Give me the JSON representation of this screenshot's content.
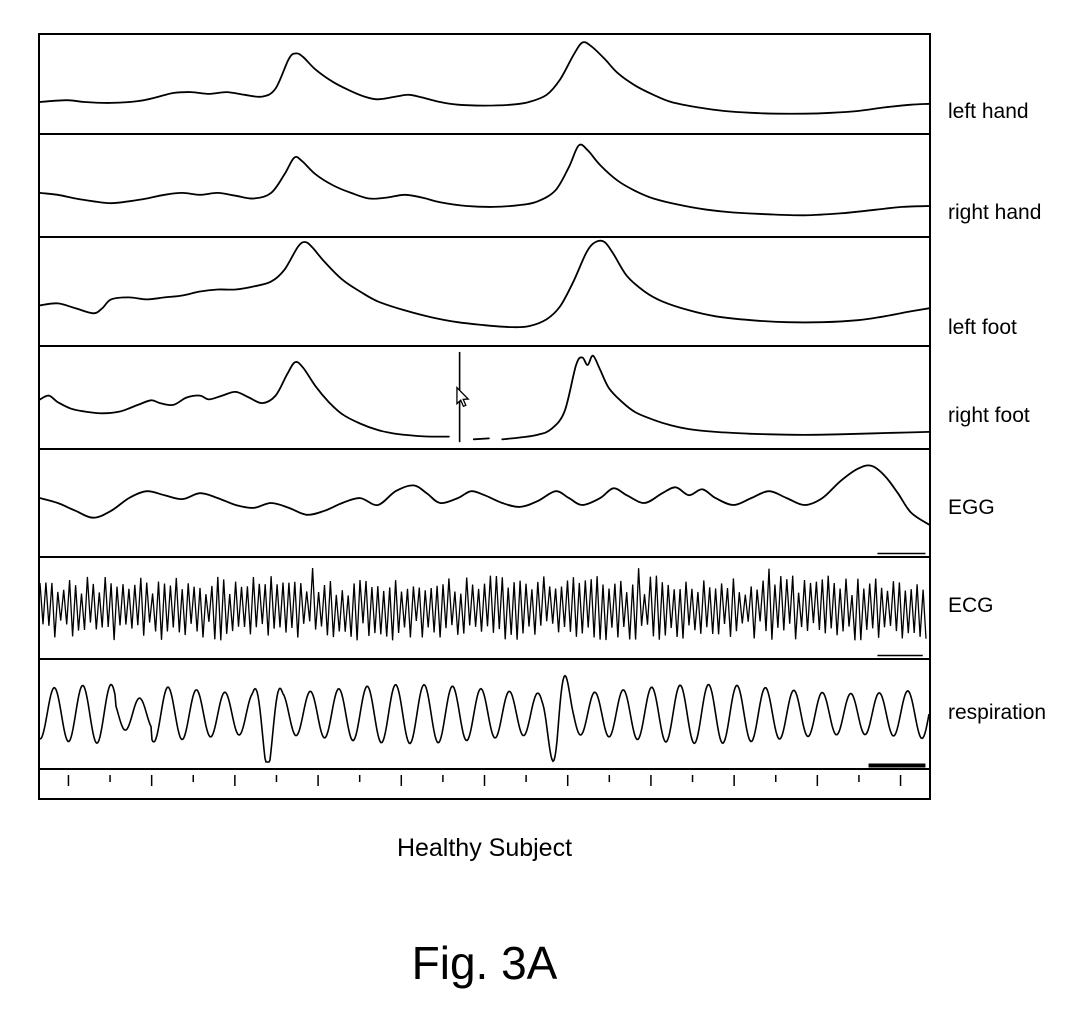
{
  "figure": {
    "caption": "Healthy Subject",
    "fig_label": "Fig. 3A"
  },
  "colors": {
    "trace": "#000000",
    "background": "#ffffff",
    "frame": "#000000"
  },
  "chart_data": {
    "type": "line",
    "title": "Healthy Subject",
    "description": "Seven stacked physiological signal traces recorded simultaneously from a healthy subject. No numeric axes shown; x is time 0-100 (relative), y normalized 0-1 within each panel. Large transient responses occur near x=28 and x=61 in the hand/foot channels with matching respiration disturbances.",
    "x_range": [
      0,
      100
    ],
    "y_range": [
      0,
      1
    ],
    "grid": false,
    "legend_position": "right-outside",
    "axis": {
      "tick_count": 21,
      "tick_start": 3.2,
      "tick_step": 4.68
    },
    "panels": [
      {
        "label": "left hand",
        "render": "points",
        "segments": [
          [
            [
              0,
              0.3
            ],
            [
              3,
              0.32
            ],
            [
              5,
              0.3
            ],
            [
              8,
              0.29
            ],
            [
              11,
              0.31
            ],
            [
              13,
              0.35
            ],
            [
              15,
              0.4
            ],
            [
              17,
              0.41
            ],
            [
              19,
              0.39
            ],
            [
              21,
              0.41
            ],
            [
              23,
              0.38
            ],
            [
              25,
              0.36
            ],
            [
              26.5,
              0.45
            ],
            [
              28,
              0.78
            ],
            [
              28.8,
              0.84
            ],
            [
              29.6,
              0.8
            ],
            [
              31,
              0.66
            ],
            [
              33,
              0.52
            ],
            [
              35,
              0.42
            ],
            [
              36.5,
              0.36
            ],
            [
              38,
              0.33
            ],
            [
              40,
              0.36
            ],
            [
              41.5,
              0.38
            ],
            [
              43,
              0.35
            ],
            [
              45,
              0.3
            ],
            [
              47,
              0.27
            ],
            [
              50,
              0.26
            ],
            [
              53,
              0.27
            ],
            [
              55,
              0.3
            ],
            [
              57,
              0.38
            ],
            [
              58.5,
              0.55
            ],
            [
              60,
              0.82
            ],
            [
              61,
              0.96
            ],
            [
              62,
              0.92
            ],
            [
              63.5,
              0.78
            ],
            [
              65,
              0.62
            ],
            [
              67,
              0.48
            ],
            [
              69,
              0.38
            ],
            [
              71,
              0.3
            ],
            [
              74,
              0.24
            ],
            [
              77,
              0.2
            ],
            [
              80,
              0.18
            ],
            [
              83,
              0.17
            ],
            [
              86,
              0.17
            ],
            [
              89,
              0.18
            ],
            [
              92,
              0.2
            ],
            [
              95,
              0.24
            ],
            [
              98,
              0.27
            ],
            [
              100,
              0.28
            ]
          ]
        ]
      },
      {
        "label": "right hand",
        "render": "points",
        "segments": [
          [
            [
              0,
              0.42
            ],
            [
              2,
              0.4
            ],
            [
              4,
              0.36
            ],
            [
              6,
              0.33
            ],
            [
              8,
              0.31
            ],
            [
              10,
              0.33
            ],
            [
              12,
              0.36
            ],
            [
              14,
              0.4
            ],
            [
              16,
              0.42
            ],
            [
              18,
              0.4
            ],
            [
              20,
              0.42
            ],
            [
              22,
              0.39
            ],
            [
              24,
              0.36
            ],
            [
              26,
              0.42
            ],
            [
              27.5,
              0.62
            ],
            [
              28.6,
              0.8
            ],
            [
              29.5,
              0.76
            ],
            [
              31,
              0.62
            ],
            [
              33,
              0.5
            ],
            [
              35,
              0.42
            ],
            [
              37,
              0.36
            ],
            [
              39,
              0.37
            ],
            [
              41,
              0.4
            ],
            [
              43,
              0.37
            ],
            [
              45,
              0.32
            ],
            [
              48,
              0.28
            ],
            [
              51,
              0.27
            ],
            [
              54,
              0.29
            ],
            [
              56,
              0.33
            ],
            [
              58,
              0.45
            ],
            [
              59.5,
              0.7
            ],
            [
              60.6,
              0.93
            ],
            [
              61.6,
              0.88
            ],
            [
              63,
              0.72
            ],
            [
              65,
              0.55
            ],
            [
              67,
              0.44
            ],
            [
              69,
              0.36
            ],
            [
              72,
              0.29
            ],
            [
              75,
              0.24
            ],
            [
              78,
              0.21
            ],
            [
              82,
              0.19
            ],
            [
              86,
              0.18
            ],
            [
              90,
              0.2
            ],
            [
              94,
              0.24
            ],
            [
              97,
              0.27
            ],
            [
              100,
              0.28
            ]
          ]
        ]
      },
      {
        "label": "left foot",
        "render": "points",
        "segments": [
          [
            [
              0,
              0.36
            ],
            [
              2,
              0.38
            ],
            [
              4,
              0.33
            ],
            [
              6,
              0.28
            ],
            [
              7,
              0.33
            ],
            [
              8,
              0.42
            ],
            [
              10,
              0.44
            ],
            [
              12,
              0.42
            ],
            [
              14,
              0.44
            ],
            [
              16,
              0.46
            ],
            [
              18,
              0.5
            ],
            [
              20,
              0.52
            ],
            [
              22,
              0.52
            ],
            [
              24,
              0.55
            ],
            [
              26,
              0.6
            ],
            [
              27.5,
              0.72
            ],
            [
              29,
              0.95
            ],
            [
              29.8,
              1.0
            ],
            [
              30.6,
              0.95
            ],
            [
              32,
              0.8
            ],
            [
              34,
              0.62
            ],
            [
              36,
              0.5
            ],
            [
              38,
              0.4
            ],
            [
              41,
              0.31
            ],
            [
              44,
              0.24
            ],
            [
              47,
              0.19
            ],
            [
              50,
              0.16
            ],
            [
              53,
              0.14
            ],
            [
              55,
              0.15
            ],
            [
              57,
              0.22
            ],
            [
              58.5,
              0.35
            ],
            [
              60,
              0.6
            ],
            [
              61.5,
              0.9
            ],
            [
              62.5,
              1.0
            ],
            [
              63.5,
              1.0
            ],
            [
              64.5,
              0.88
            ],
            [
              66,
              0.66
            ],
            [
              68,
              0.5
            ],
            [
              70,
              0.4
            ],
            [
              73,
              0.31
            ],
            [
              76,
              0.25
            ],
            [
              80,
              0.21
            ],
            [
              84,
              0.19
            ],
            [
              88,
              0.19
            ],
            [
              92,
              0.21
            ],
            [
              95,
              0.25
            ],
            [
              98,
              0.3
            ],
            [
              100,
              0.33
            ]
          ]
        ]
      },
      {
        "label": "right foot",
        "render": "points",
        "segments": [
          [
            [
              0,
              0.48
            ],
            [
              1,
              0.52
            ],
            [
              2,
              0.45
            ],
            [
              3.5,
              0.38
            ],
            [
              5,
              0.35
            ],
            [
              7,
              0.33
            ],
            [
              9,
              0.35
            ],
            [
              11,
              0.42
            ],
            [
              12.5,
              0.47
            ],
            [
              13.5,
              0.44
            ],
            [
              15,
              0.42
            ],
            [
              16.5,
              0.5
            ],
            [
              18,
              0.52
            ],
            [
              19,
              0.48
            ],
            [
              20.5,
              0.52
            ],
            [
              22,
              0.56
            ],
            [
              23.5,
              0.5
            ],
            [
              25,
              0.44
            ],
            [
              26.5,
              0.52
            ],
            [
              27.8,
              0.75
            ],
            [
              28.7,
              0.88
            ],
            [
              29.6,
              0.82
            ],
            [
              31,
              0.62
            ],
            [
              32.5,
              0.45
            ],
            [
              34,
              0.32
            ],
            [
              36,
              0.22
            ],
            [
              38,
              0.15
            ],
            [
              40,
              0.11
            ],
            [
              42,
              0.09
            ],
            [
              44,
              0.08
            ],
            [
              46,
              0.08
            ]
          ],
          [
            [
              48.8,
              0.05
            ],
            [
              50.5,
              0.06
            ]
          ],
          [
            [
              52,
              0.05
            ],
            [
              54,
              0.07
            ],
            [
              56,
              0.1
            ],
            [
              57.5,
              0.16
            ],
            [
              59,
              0.35
            ],
            [
              60.3,
              0.85
            ],
            [
              61,
              0.93
            ],
            [
              61.6,
              0.85
            ],
            [
              62.2,
              0.95
            ],
            [
              63,
              0.8
            ],
            [
              64,
              0.6
            ],
            [
              65.5,
              0.45
            ],
            [
              67,
              0.34
            ],
            [
              69,
              0.26
            ],
            [
              71,
              0.2
            ],
            [
              73,
              0.16
            ],
            [
              76,
              0.13
            ],
            [
              80,
              0.11
            ],
            [
              84,
              0.1
            ],
            [
              88,
              0.1
            ],
            [
              92,
              0.11
            ],
            [
              96,
              0.12
            ],
            [
              100,
              0.13
            ]
          ]
        ],
        "artifact_vline_x": 47.2,
        "cursor": {
          "x": 46.9,
          "y": 0.52
        }
      },
      {
        "label": "EGG",
        "render": "points",
        "segments": [
          [
            [
              0,
              0.55
            ],
            [
              2,
              0.5
            ],
            [
              4,
              0.42
            ],
            [
              6,
              0.35
            ],
            [
              8,
              0.42
            ],
            [
              10,
              0.55
            ],
            [
              12,
              0.62
            ],
            [
              14,
              0.58
            ],
            [
              16,
              0.54
            ],
            [
              18,
              0.6
            ],
            [
              20,
              0.55
            ],
            [
              22,
              0.48
            ],
            [
              24,
              0.45
            ],
            [
              26,
              0.5
            ],
            [
              28,
              0.45
            ],
            [
              30,
              0.38
            ],
            [
              32,
              0.42
            ],
            [
              34,
              0.5
            ],
            [
              36,
              0.55
            ],
            [
              38,
              0.48
            ],
            [
              40,
              0.62
            ],
            [
              42,
              0.68
            ],
            [
              43.5,
              0.6
            ],
            [
              45,
              0.5
            ],
            [
              47,
              0.55
            ],
            [
              48.5,
              0.62
            ],
            [
              50,
              0.58
            ],
            [
              52,
              0.5
            ],
            [
              54,
              0.46
            ],
            [
              56,
              0.52
            ],
            [
              58,
              0.62
            ],
            [
              59.5,
              0.55
            ],
            [
              61,
              0.48
            ],
            [
              63,
              0.55
            ],
            [
              64.5,
              0.65
            ],
            [
              66,
              0.58
            ],
            [
              68,
              0.5
            ],
            [
              70,
              0.6
            ],
            [
              71.5,
              0.66
            ],
            [
              73,
              0.58
            ],
            [
              74.5,
              0.64
            ],
            [
              76,
              0.55
            ],
            [
              78,
              0.48
            ],
            [
              80,
              0.55
            ],
            [
              82,
              0.62
            ],
            [
              84,
              0.55
            ],
            [
              86,
              0.48
            ],
            [
              88,
              0.55
            ],
            [
              90,
              0.72
            ],
            [
              92,
              0.85
            ],
            [
              93.5,
              0.88
            ],
            [
              95,
              0.78
            ],
            [
              96.5,
              0.6
            ],
            [
              98,
              0.4
            ],
            [
              100,
              0.28
            ]
          ]
        ],
        "right_mark": {
          "x1": 94.2,
          "x2": 99.6,
          "weight": 1.5
        }
      },
      {
        "label": "ECG",
        "render": "dense",
        "cycles": 150,
        "amp_min": 0.28,
        "amp_max": 0.72,
        "right_mark": {
          "x1": 94.2,
          "x2": 99.3,
          "weight": 1.5
        }
      },
      {
        "label": "respiration",
        "render": "sine",
        "period": 3.2,
        "amp": 0.25,
        "phase": 0.8,
        "spikes": [
          25.6,
          58.2
        ],
        "spike_boost": 1.9,
        "right_mark": {
          "x1": 93.2,
          "x2": 99.6,
          "weight": 4
        }
      }
    ]
  }
}
